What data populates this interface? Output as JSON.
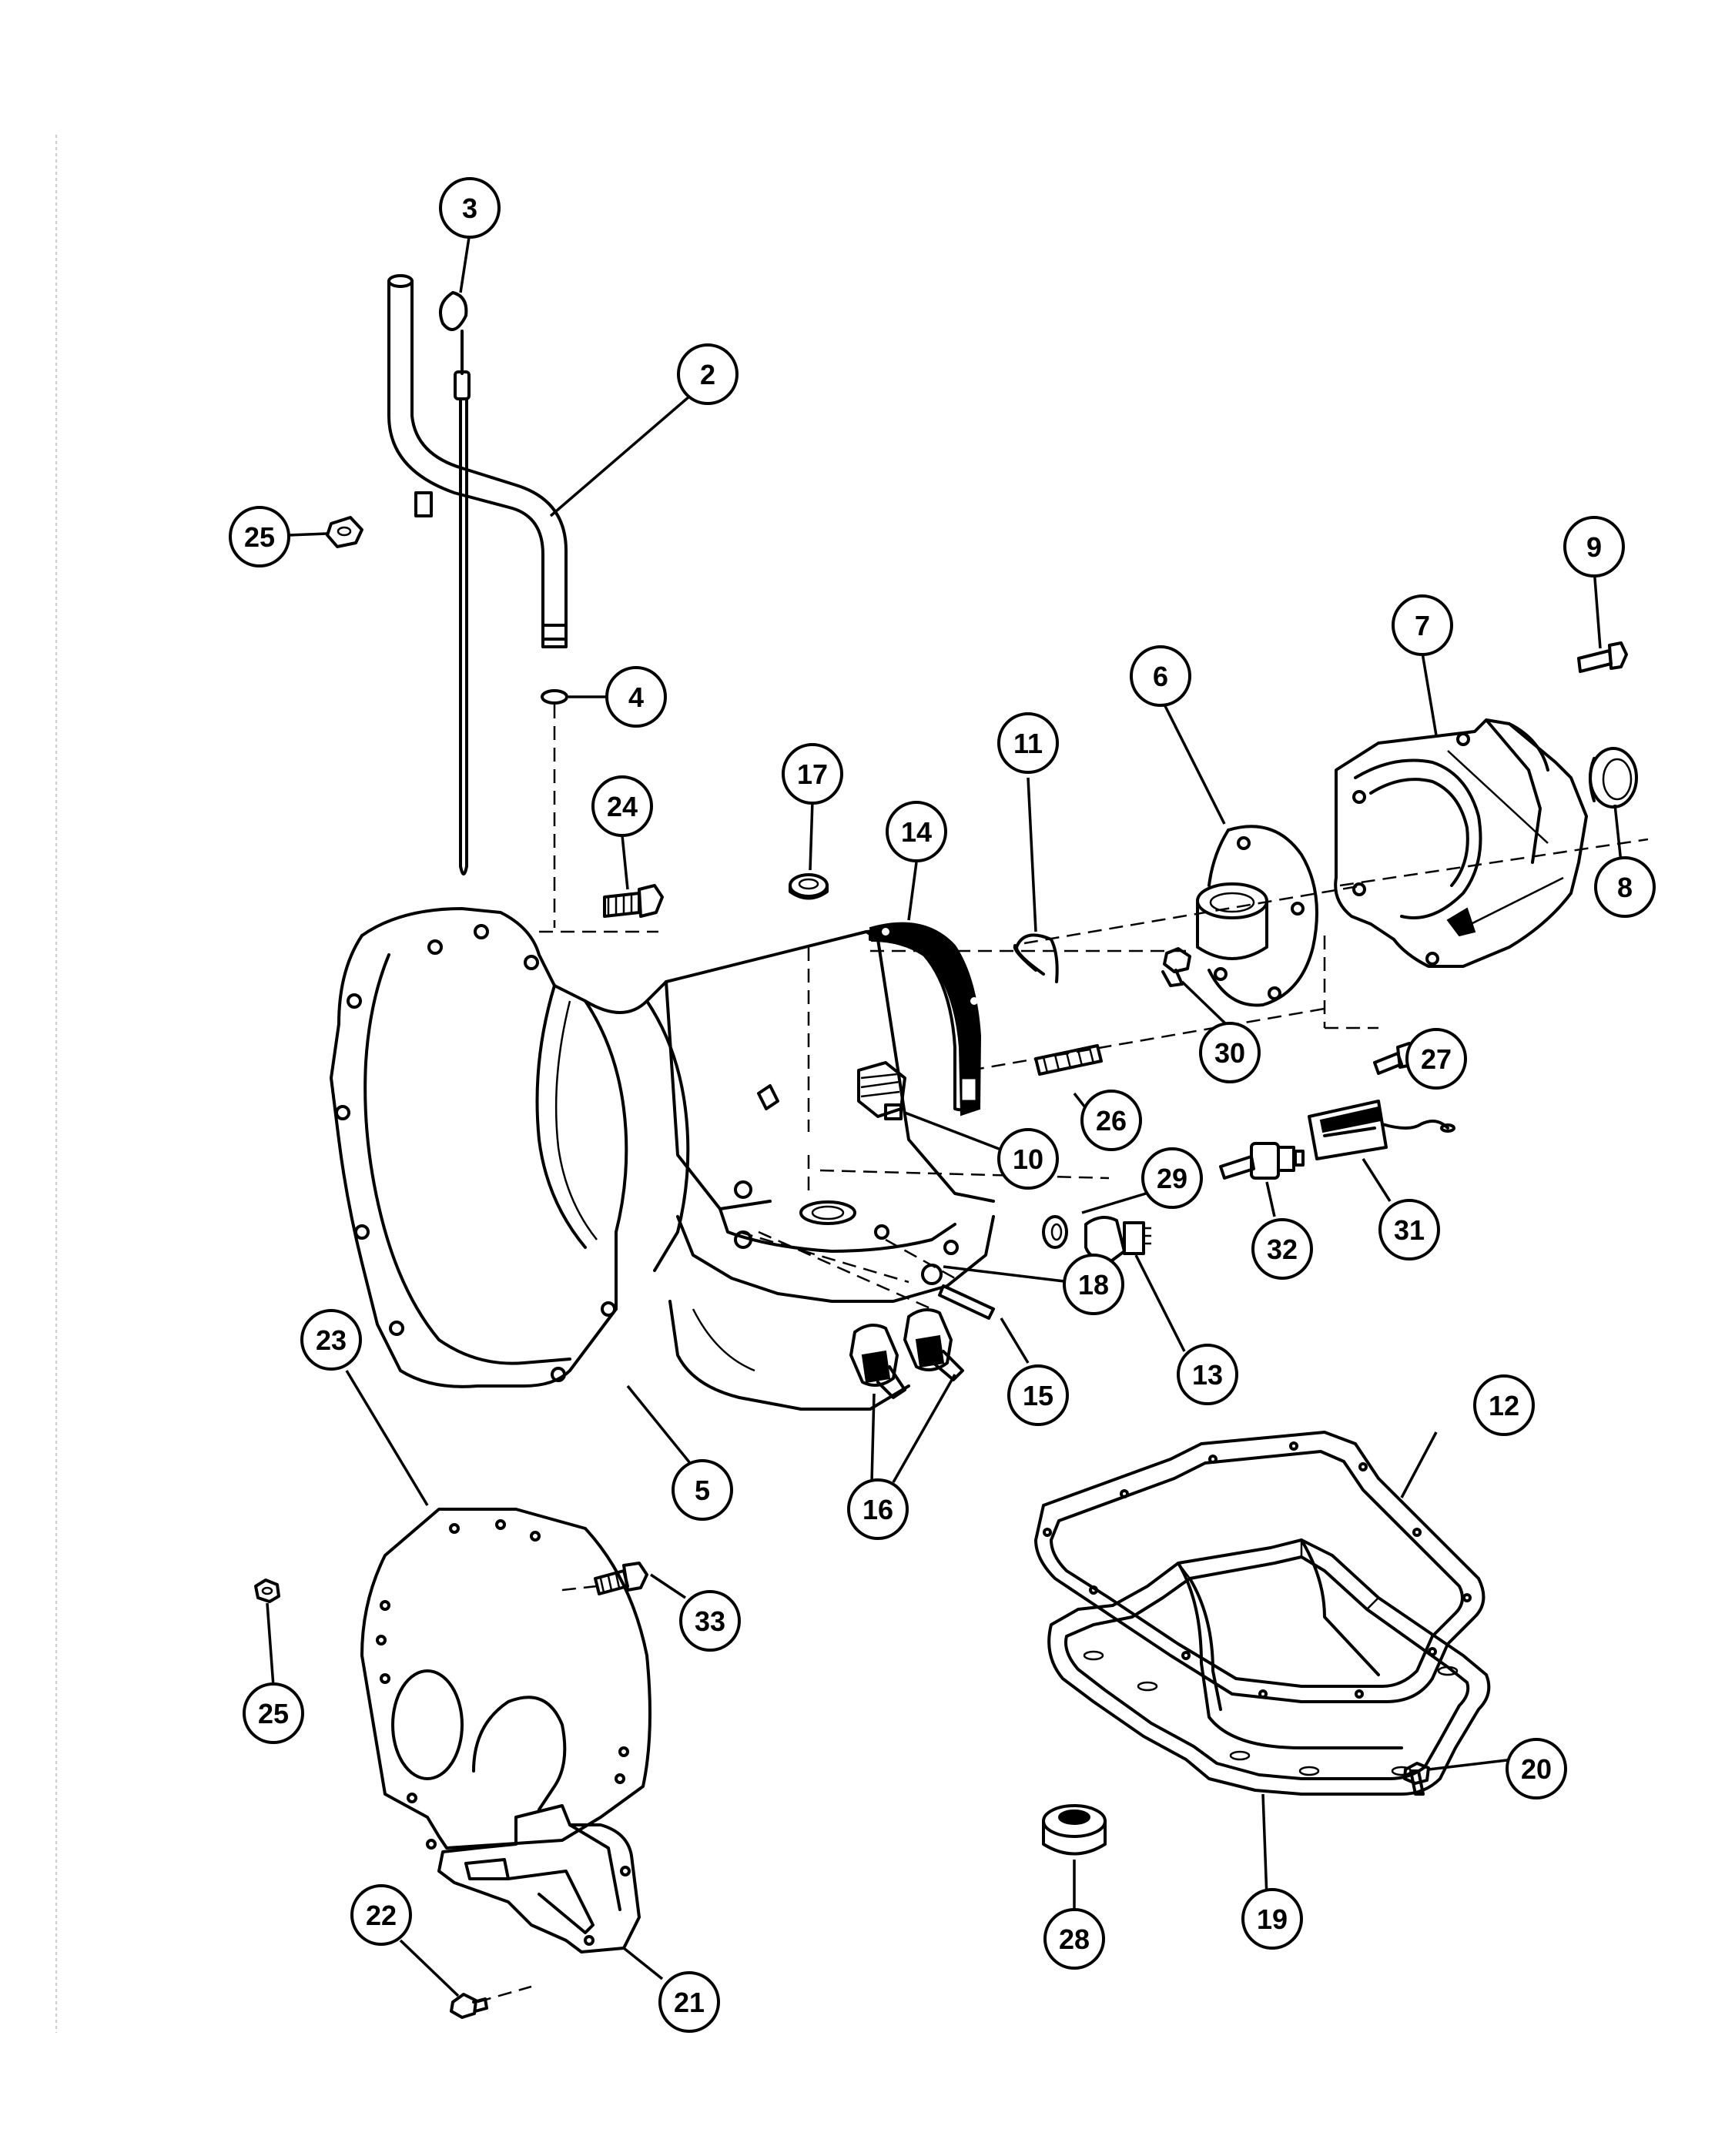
{
  "callouts": [
    "2",
    "3",
    "4",
    "5",
    "6",
    "7",
    "8",
    "9",
    "10",
    "11",
    "12",
    "13",
    "14",
    "15",
    "16",
    "17",
    "18",
    "19",
    "20",
    "21",
    "22",
    "23",
    "24",
    "25",
    "25",
    "26",
    "27",
    "28",
    "29",
    "30",
    "31",
    "32",
    "33"
  ]
}
